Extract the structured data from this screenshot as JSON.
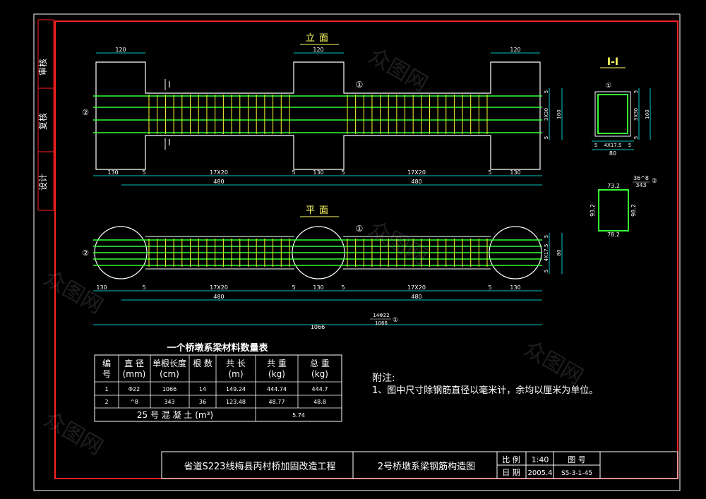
{
  "colors": {
    "background": "#000000",
    "frame_red": "#ff2020",
    "line_white": "#ffffff",
    "rebar_green": "#33ff33",
    "rebar_yellow": "#ffff33",
    "text_yellow": "#ffff66",
    "dim_cyan": "#00ffff",
    "text_green": "#66ff66",
    "text_white": "#ffffff",
    "circle_label": "#ffff66"
  },
  "side_panel": {
    "review": "审核",
    "recheck": "复核",
    "design": "设计"
  },
  "elevation": {
    "title": "立面",
    "section_mark": "I",
    "axis_label": "①",
    "dims_top": [
      "120",
      "120",
      "120"
    ],
    "dims_bottom_1": [
      "130",
      "5",
      "17X20",
      "5",
      "130",
      "5",
      "17X20",
      "5",
      "130"
    ],
    "dims_total": [
      "480",
      "480"
    ],
    "right_dims": [
      "5",
      "3X30",
      "100",
      "5"
    ],
    "left_marker": "②"
  },
  "plan": {
    "title": "平面",
    "axis_label": "①",
    "dims_bottom_1": [
      "130",
      "5",
      "17X20",
      "5",
      "130",
      "5",
      "17X20",
      "5",
      "130"
    ],
    "dims_total": [
      "480",
      "480"
    ],
    "overall": "1066",
    "rebar_callout_top": "14Φ22",
    "rebar_callout_bottom": "1066",
    "rebar_callout_id": "①",
    "right_dims": [
      "5",
      "4X17.5",
      "80",
      "5"
    ],
    "left_marker": "②"
  },
  "section": {
    "title": "I-I",
    "marker": "①",
    "right_dims": [
      "5",
      "3X30",
      "100",
      "5"
    ],
    "bottom_dims": [
      "5",
      "4X17.5",
      "5"
    ],
    "bottom_total": "80"
  },
  "stirrup": {
    "label_top": "36^8",
    "label_len": "343",
    "marker": "②",
    "top": "73.2",
    "bottom": "78.2",
    "left": "93.2",
    "right": "98.2"
  },
  "table": {
    "title": "一个桥墩系梁材料数量表",
    "headers": [
      [
        "编",
        "号"
      ],
      [
        "直 径",
        "(mm)"
      ],
      [
        "单根长度",
        "(cm)"
      ],
      [
        "根 数",
        ""
      ],
      [
        "共 长",
        "(m)"
      ],
      [
        "共 重",
        "(kg)"
      ],
      [
        "总 重",
        "(kg)"
      ]
    ],
    "rows": [
      [
        "1",
        "Φ22",
        "1066",
        "14",
        "149.24",
        "444.74",
        "444.7"
      ],
      [
        "2",
        "^8",
        "343",
        "36",
        "123.48",
        "48.77",
        "48.8"
      ]
    ],
    "concrete_label": "25 号 混 凝 土 (m³)",
    "concrete_value": "5.74"
  },
  "notes": {
    "heading": "附注:",
    "line1": "1、图中尺寸除钢筋直径以毫米计，余均以厘米为单位。"
  },
  "title_block": {
    "project": "省道S223线梅县丙村桥加固改造工程",
    "drawing": "2号桥墩系梁钢筋构造图",
    "scale_label": "比 例",
    "scale_value": "1:40",
    "fig_label": "图  号",
    "date_label": "日 期",
    "date_value": "2005.4",
    "fig_value": "S5-3-1-45"
  },
  "watermark": "众图网"
}
